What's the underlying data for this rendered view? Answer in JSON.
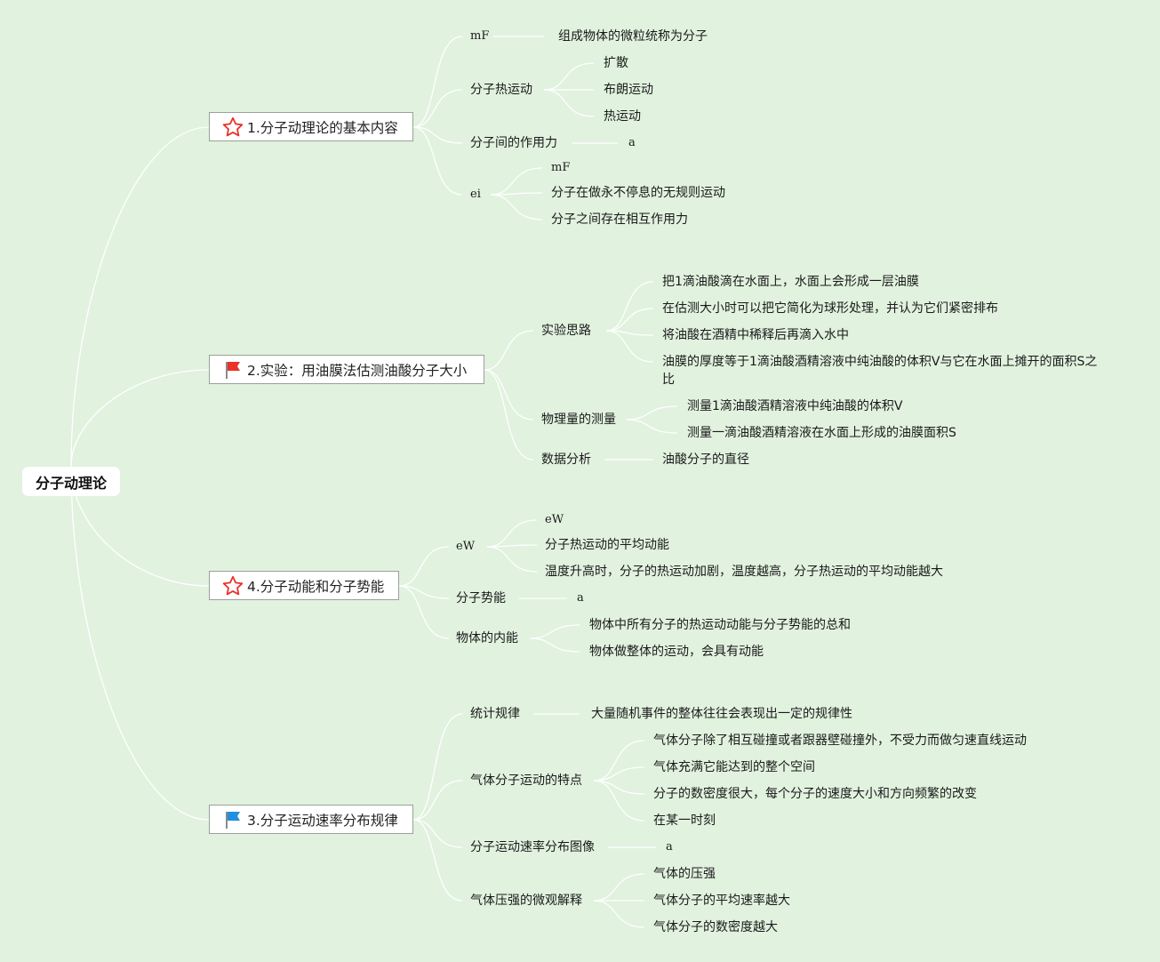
{
  "root": {
    "label": "分子动理论"
  },
  "branches": [
    {
      "label": "1.分子动理论的基本内容",
      "icon": "star-icon",
      "children": [
        {
          "label": "mF",
          "children": [
            {
              "label": "组成物体的微粒统称为分子"
            }
          ]
        },
        {
          "label": "分子热运动",
          "children": [
            {
              "label": "扩散"
            },
            {
              "label": "布朗运动"
            },
            {
              "label": "热运动"
            }
          ]
        },
        {
          "label": "分子间的作用力",
          "children": [
            {
              "label": "a"
            }
          ]
        },
        {
          "label": "ei",
          "children": [
            {
              "label": "mF"
            },
            {
              "label": "分子在做永不停息的无规则运动"
            },
            {
              "label": "分子之间存在相互作用力"
            }
          ]
        }
      ]
    },
    {
      "label": "2.实验：用油膜法估测油酸分子大小",
      "icon": "red-flag-icon",
      "children": [
        {
          "label": "实验思路",
          "children": [
            {
              "label": "把1滴油酸滴在水面上，水面上会形成一层油膜"
            },
            {
              "label": "在估测大小时可以把它简化为球形处理，并认为它们紧密排布"
            },
            {
              "label": "将油酸在酒精中稀释后再滴入水中"
            },
            {
              "label": "油膜的厚度等于1滴油酸酒精溶液中纯油酸的体积V与它在水面上摊开的面积S之比"
            }
          ]
        },
        {
          "label": "物理量的测量",
          "children": [
            {
              "label": "测量1滴油酸酒精溶液中纯油酸的体积V"
            },
            {
              "label": "测量一滴油酸酒精溶液在水面上形成的油膜面积S"
            }
          ]
        },
        {
          "label": "数据分析",
          "children": [
            {
              "label": "油酸分子的直径"
            }
          ]
        }
      ]
    },
    {
      "label": "4.分子动能和分子势能",
      "icon": "star-icon",
      "children": [
        {
          "label": "eW",
          "children": [
            {
              "label": "eW"
            },
            {
              "label": "分子热运动的平均动能"
            },
            {
              "label": "温度升高时，分子的热运动加剧，温度越高，分子热运动的平均动能越大"
            }
          ]
        },
        {
          "label": "分子势能",
          "children": [
            {
              "label": "a"
            }
          ]
        },
        {
          "label": "物体的内能",
          "children": [
            {
              "label": "物体中所有分子的热运动动能与分子势能的总和"
            },
            {
              "label": "物体做整体的运动，会具有动能"
            }
          ]
        }
      ]
    },
    {
      "label": "3.分子运动速率分布规律",
      "icon": "blue-flag-icon",
      "children": [
        {
          "label": "统计规律",
          "children": [
            {
              "label": "大量随机事件的整体往往会表现出一定的规律性"
            }
          ]
        },
        {
          "label": "气体分子运动的特点",
          "children": [
            {
              "label": "气体分子除了相互碰撞或者跟器壁碰撞外，不受力而做匀速直线运动"
            },
            {
              "label": "气体充满它能达到的整个空间"
            },
            {
              "label": "分子的数密度很大，每个分子的速度大小和方向频繁的改变"
            },
            {
              "label": "在某一时刻"
            }
          ]
        },
        {
          "label": "分子运动速率分布图像",
          "children": [
            {
              "label": "a"
            }
          ]
        },
        {
          "label": "气体压强的微观解释",
          "children": [
            {
              "label": "气体的压强"
            },
            {
              "label": "气体分子的平均速率越大"
            },
            {
              "label": "气体分子的数密度越大"
            }
          ]
        }
      ]
    }
  ],
  "colors": {
    "background": "#e1f2df",
    "link": "#ffffff",
    "star": "#e8322b",
    "red_flag": "#e8322b",
    "blue_flag": "#1f8fe0"
  }
}
